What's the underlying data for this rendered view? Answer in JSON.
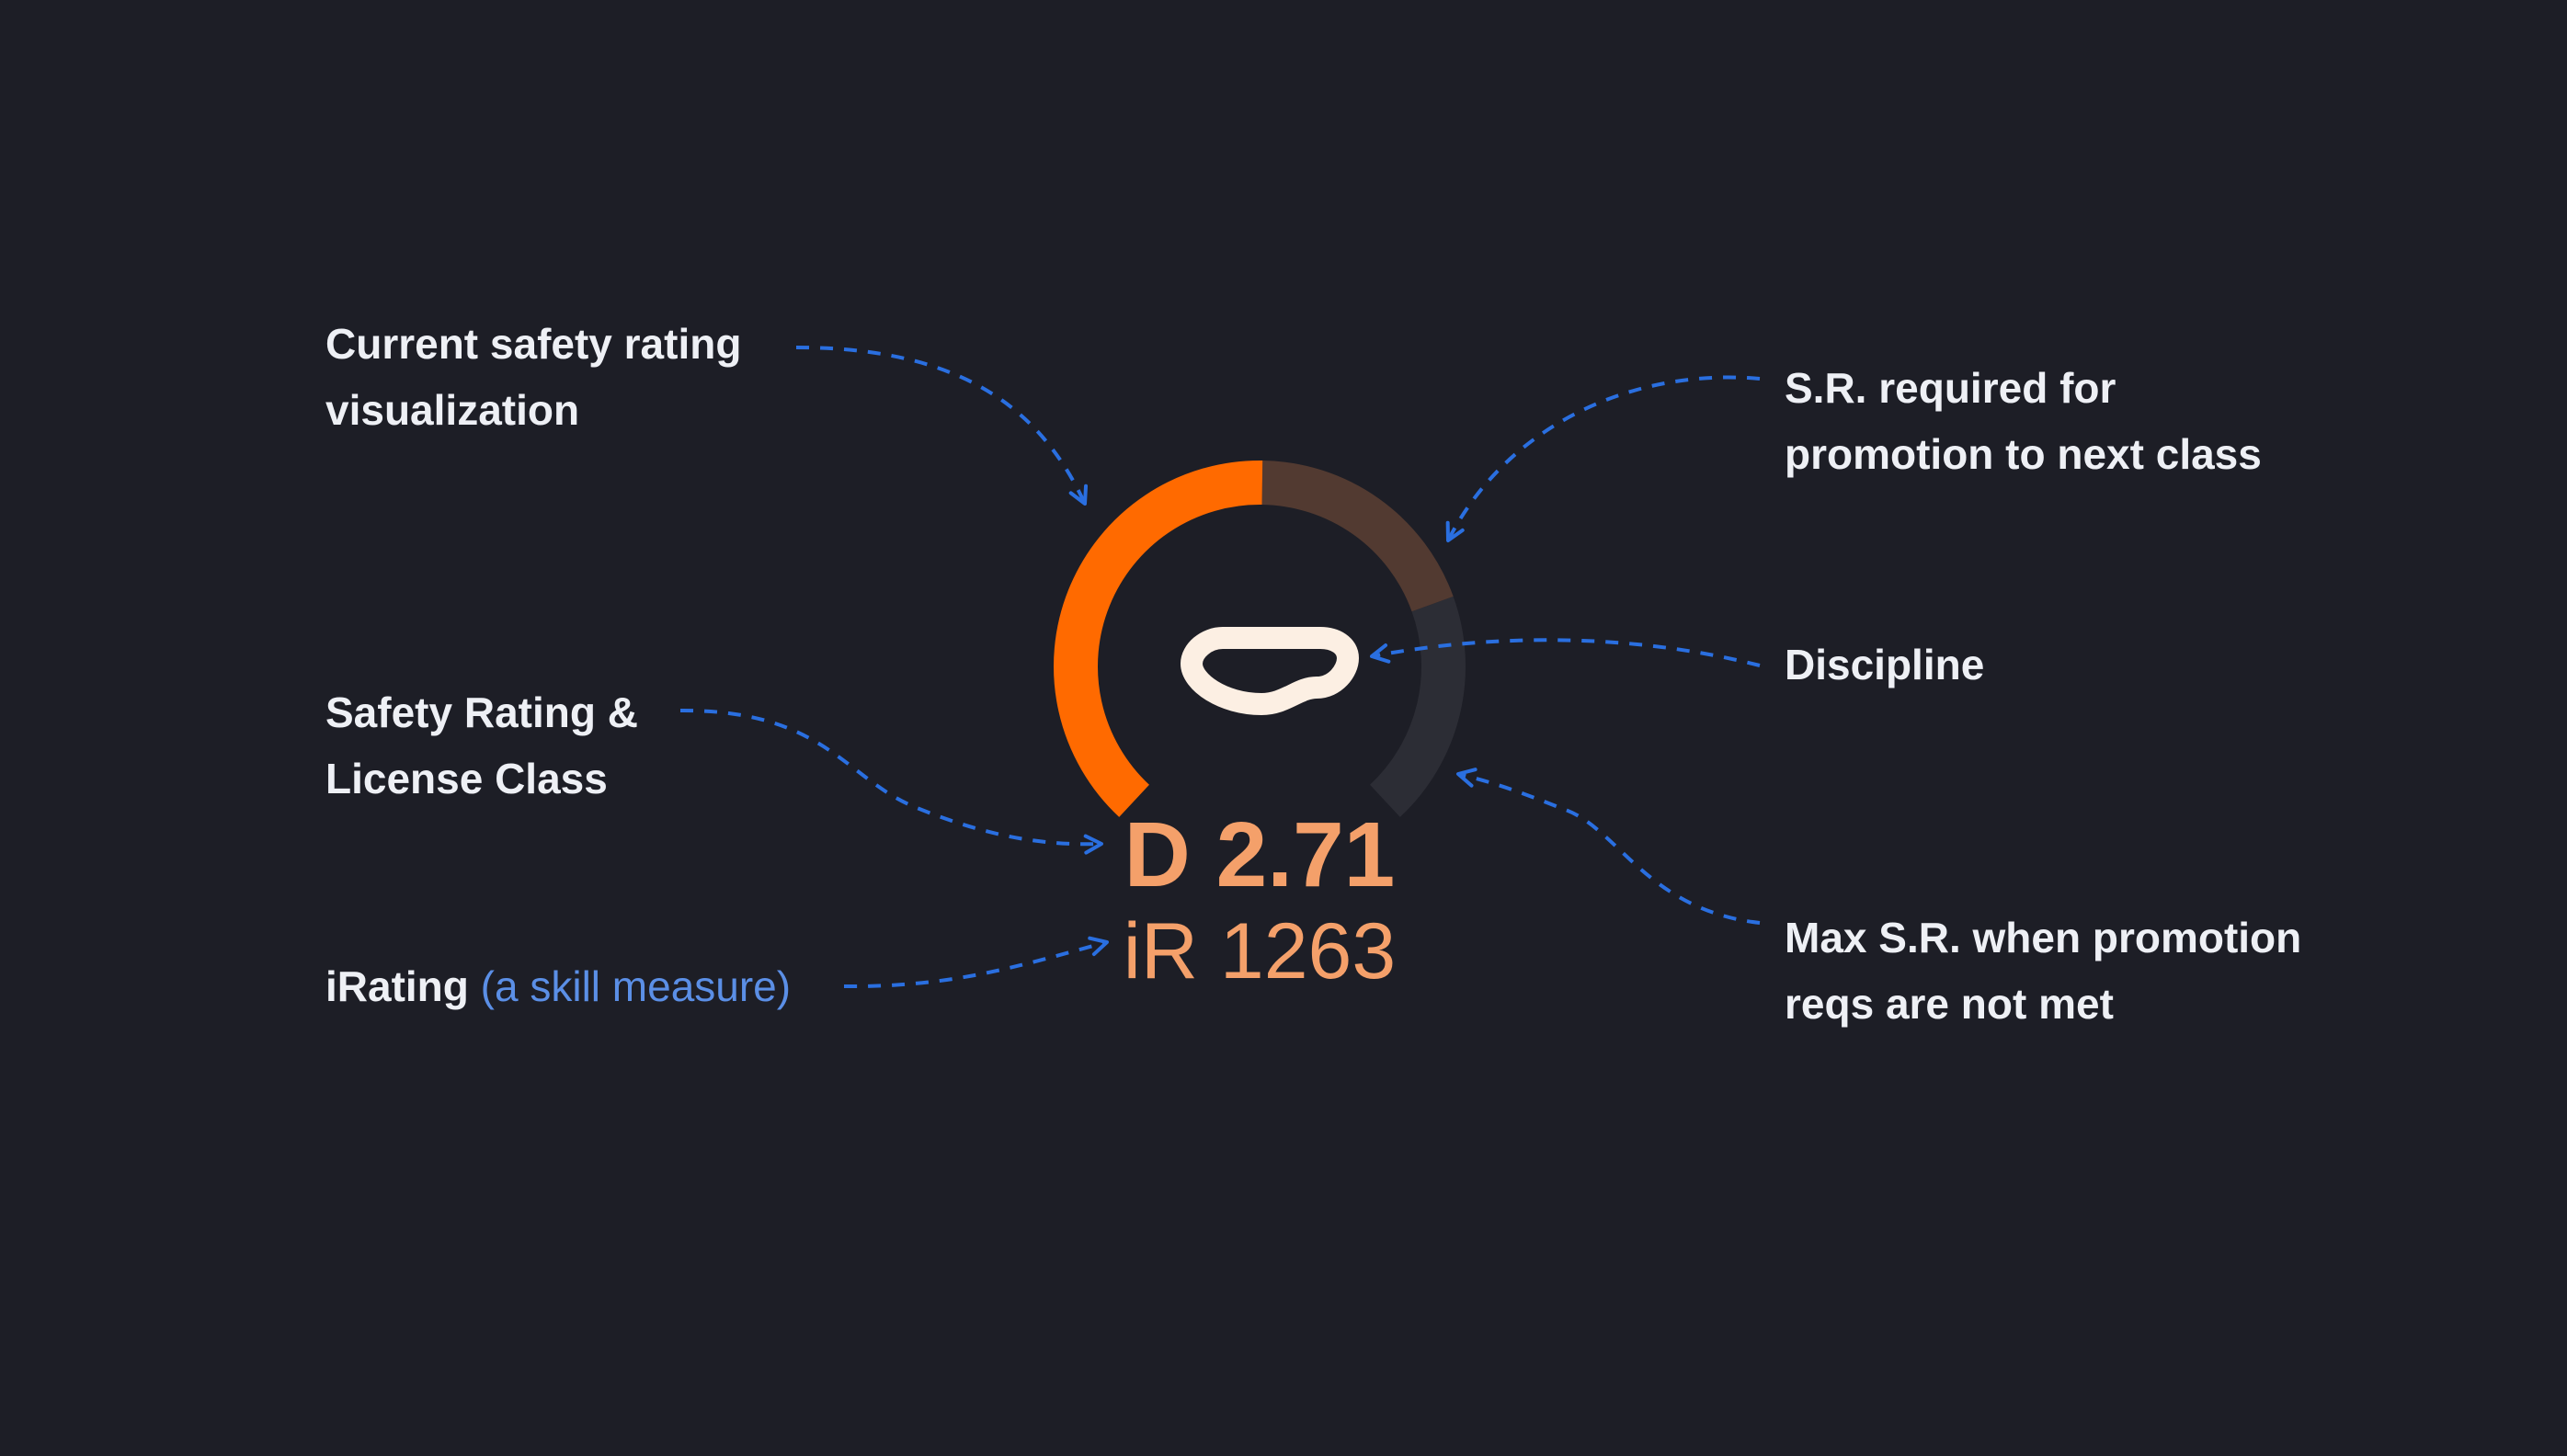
{
  "annotations": {
    "current_sr": {
      "line1": "Current safety rating",
      "line2": "visualization"
    },
    "sr_required": {
      "line1": "S.R. required for",
      "line2": "promotion to next class"
    },
    "discipline": {
      "line1": "Discipline"
    },
    "sr_license": {
      "line1": "Safety Rating &",
      "line2": "License Class"
    },
    "max_sr": {
      "line1": "Max S.R. when promotion",
      "line2": "reqs are not met"
    },
    "irating": {
      "label": "iRating",
      "note": "(a skill measure)"
    }
  },
  "badge": {
    "safety_rating": "D 2.71",
    "irating": "iR 1263",
    "discipline_icon": "oval-track-icon"
  },
  "gauge": {
    "current_fraction": 0.503,
    "required_fraction": 0.756,
    "max_fraction": 1.0
  },
  "colors": {
    "background": "#1d1e26",
    "current_arc": "#ff6a00",
    "required_arc": "#523a31",
    "max_arc": "#2c2d35",
    "value_text": "#f4a06a",
    "annotation_text": "#eef0f5",
    "annotation_muted": "#5b8fe6",
    "connector": "#2a6fe0",
    "icon": "#fcefe3"
  }
}
